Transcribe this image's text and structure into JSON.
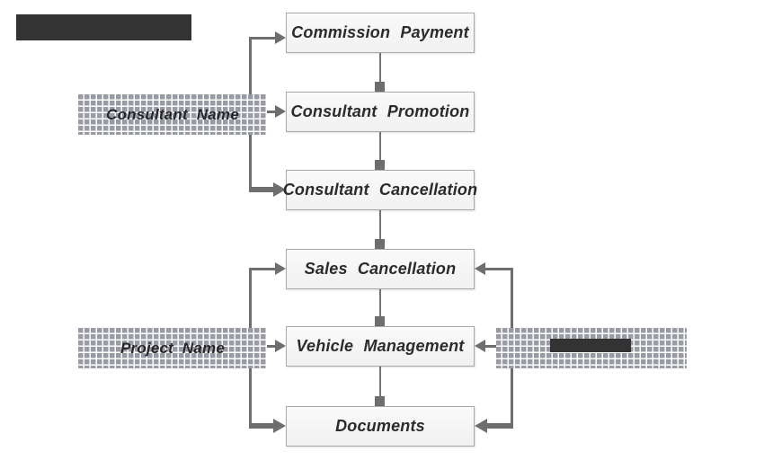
{
  "diagram": {
    "nodes": [
      {
        "id": "commission-payment",
        "label": "Commission Payment"
      },
      {
        "id": "consultant-promotion",
        "label": "Consultant Promotion"
      },
      {
        "id": "consultant-cancellation",
        "label": "Consultant Cancellation"
      },
      {
        "id": "sales-cancellation",
        "label": "Sales Cancellation"
      },
      {
        "id": "vehicle-management",
        "label": "Vehicle Management"
      },
      {
        "id": "documents",
        "label": "Documents"
      }
    ],
    "side_labels": [
      {
        "id": "consultant-name",
        "label": "Consultant Name",
        "redacted": false
      },
      {
        "id": "project-name",
        "label": "Project Name",
        "redacted": false
      },
      {
        "id": "right-side-label",
        "label": "",
        "redacted": true
      }
    ],
    "title_bar": {
      "redacted": true
    },
    "edges": [
      {
        "from": "consultant-name",
        "to": "commission-payment",
        "style": "arrow"
      },
      {
        "from": "consultant-name",
        "to": "consultant-promotion",
        "style": "arrow"
      },
      {
        "from": "consultant-name",
        "to": "consultant-cancellation",
        "style": "thick-arrow"
      },
      {
        "from": "commission-payment",
        "to": "consultant-promotion",
        "style": "square-end"
      },
      {
        "from": "consultant-promotion",
        "to": "consultant-cancellation",
        "style": "square-end"
      },
      {
        "from": "consultant-cancellation",
        "to": "sales-cancellation",
        "style": "square-end"
      },
      {
        "from": "project-name",
        "to": "sales-cancellation",
        "style": "arrow"
      },
      {
        "from": "project-name",
        "to": "vehicle-management",
        "style": "arrow"
      },
      {
        "from": "project-name",
        "to": "documents",
        "style": "thick-arrow"
      },
      {
        "from": "right-side-label",
        "to": "sales-cancellation",
        "style": "arrow"
      },
      {
        "from": "right-side-label",
        "to": "vehicle-management",
        "style": "arrow"
      },
      {
        "from": "right-side-label",
        "to": "documents",
        "style": "thick-arrow"
      },
      {
        "from": "sales-cancellation",
        "to": "vehicle-management",
        "style": "square-end"
      },
      {
        "from": "vehicle-management",
        "to": "documents",
        "style": "square-end"
      }
    ],
    "colors": {
      "connector": "#6e6e6e",
      "node_border": "#a9a9a9",
      "node_fill": "#f3f3f3",
      "node_text": "#2b2b2b",
      "hatch_cell": "#989ba3",
      "redaction": "#333333",
      "background": "#ffffff"
    }
  }
}
